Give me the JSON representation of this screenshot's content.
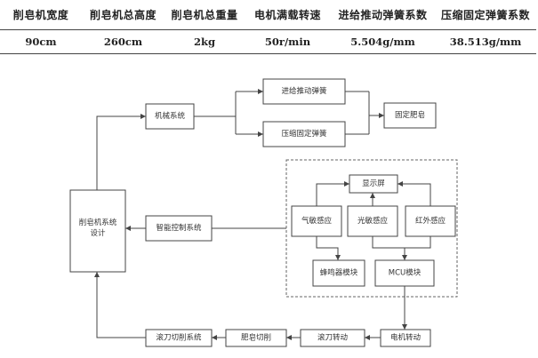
{
  "spec_table": {
    "headers": [
      "削皂机宽度",
      "削皂机总高度",
      "削皂机总重量",
      "电机满载转速",
      "进给推动弹簧系数",
      "压缩固定弹簧系数"
    ],
    "values": [
      "90cm",
      "260cm",
      "2kg",
      "50r/min",
      "5.504g/mm",
      "38.513g/mm"
    ]
  },
  "diagram": {
    "nodes": {
      "jinji": "进给推动弹簧",
      "yasuo": "压缩固定弹簧",
      "jixie": "机械系统",
      "guding": "固定肥皂",
      "xiaozao_line1": "削皂机系统",
      "xiaozao_line2": "设计",
      "zhineng": "智能控制系统",
      "xianshi": "显示屏",
      "qimin": "气敏感应",
      "guangmin": "光敏感应",
      "hongwai": "红外感应",
      "fengming": "蜂鸣器模块",
      "mcu": "MCU模块",
      "gundao_system": "滚刀切削系统",
      "feizao_qiexiao": "肥皂切削",
      "gundao_zhuandong": "滚刀转动",
      "dianji": "电机转动"
    }
  }
}
